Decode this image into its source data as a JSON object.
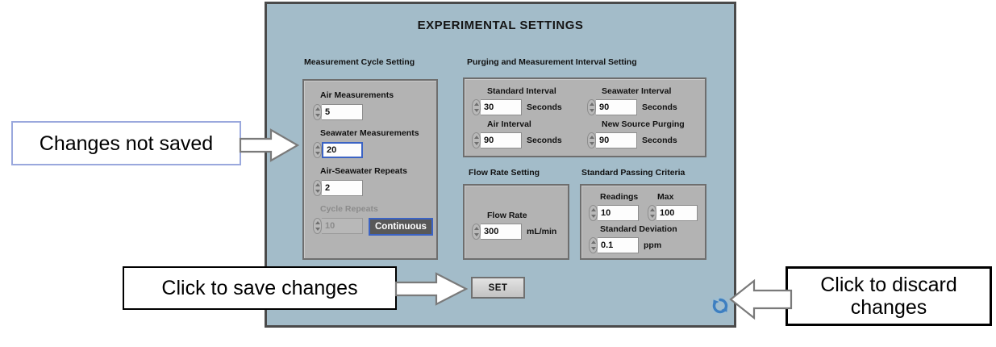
{
  "panel": {
    "title": "EXPERIMENTAL SETTINGS",
    "background_color": "#a3bcc9",
    "subpanel_color": "#b3b3b3",
    "focus_color": "#3b63c4"
  },
  "groups": {
    "measurement_cycle": {
      "label": "Measurement Cycle Setting",
      "fields": [
        {
          "label": "Air Measurements",
          "value": "5",
          "unit": "",
          "focused": false,
          "disabled": false
        },
        {
          "label": "Seawater Measurements",
          "value": "20",
          "unit": "",
          "focused": true,
          "disabled": false
        },
        {
          "label": "Air-Seawater Repeats",
          "value": "2",
          "unit": "",
          "focused": false,
          "disabled": false
        },
        {
          "label": "Cycle Repeats",
          "value": "10",
          "unit": "",
          "focused": false,
          "disabled": true
        }
      ],
      "toggle": {
        "label": "Continuous",
        "active": true
      }
    },
    "interval": {
      "label": "Purging and Measurement Interval Setting",
      "fields": [
        {
          "label": "Standard Interval",
          "value": "30",
          "unit": "Seconds"
        },
        {
          "label": "Seawater Interval",
          "value": "90",
          "unit": "Seconds"
        },
        {
          "label": "Air Interval",
          "value": "90",
          "unit": "Seconds"
        },
        {
          "label": "New Source Purging",
          "value": "90",
          "unit": "Seconds"
        }
      ]
    },
    "flow_rate": {
      "label": "Flow Rate Setting",
      "fields": [
        {
          "label": "Flow Rate",
          "value": "300",
          "unit": "mL/min"
        }
      ]
    },
    "passing_criteria": {
      "label": "Standard Passing Criteria",
      "fields": [
        {
          "label": "Readings",
          "value": "10",
          "unit": ""
        },
        {
          "label": "Max",
          "value": "100",
          "unit": ""
        },
        {
          "label": "Standard Deviation",
          "value": "0.1",
          "unit": "ppm"
        }
      ]
    }
  },
  "actions": {
    "set_button": "SET",
    "discard_icon": "refresh-icon"
  },
  "annotations": {
    "not_saved": "Changes not saved",
    "save": "Click to save changes",
    "discard": "Click to discard changes"
  }
}
